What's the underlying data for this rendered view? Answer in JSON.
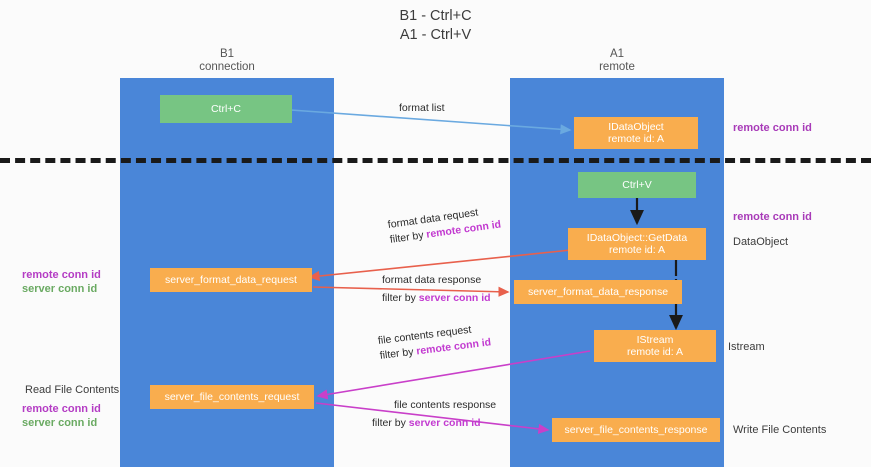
{
  "title": {
    "line1": "B1 - Ctrl+C",
    "line2": "A1 - Ctrl+V"
  },
  "columns": [
    {
      "name": "B1",
      "role": "connection"
    },
    {
      "name": "A1",
      "role": "remote"
    }
  ],
  "nodes": {
    "ctrl_c": {
      "label": "Ctrl+C"
    },
    "ctrl_v": {
      "label": "Ctrl+V"
    },
    "idataobject": {
      "label": "IDataObject",
      "sub": "remote id: A"
    },
    "getdata": {
      "label": "IDataObject::GetData",
      "sub": "remote id: A"
    },
    "istream": {
      "label": "IStream",
      "sub": "remote id: A"
    },
    "server_format_data_request": {
      "label": "server_format_data_request"
    },
    "server_format_data_response": {
      "label": "server_format_data_response"
    },
    "server_file_contents_request": {
      "label": "server_file_contents_request"
    },
    "server_file_contents_response": {
      "label": "server_file_contents_response"
    }
  },
  "edges": {
    "format_list": {
      "line1": "format list"
    },
    "format_data_request": {
      "line1": "format data request",
      "line2_pre": "filter by ",
      "line2_hl": "remote conn id"
    },
    "format_data_response": {
      "line1": "format data response",
      "line2_pre": "filter by ",
      "line2_hl": "server conn id"
    },
    "file_contents_request": {
      "line1": "file contents request",
      "line2_pre": "filter by ",
      "line2_hl": "remote conn id"
    },
    "file_contents_response": {
      "line1": "file contents response",
      "line2_pre": "filter by ",
      "line2_hl": "server conn id"
    }
  },
  "annotations": {
    "remote_conn_id_top": "remote conn id",
    "remote_conn_id_mid": "remote conn id",
    "dataobject": "DataObject",
    "istream_right": "Istream",
    "write_file_contents": "Write File Contents",
    "read_file_contents": "Read File Contents",
    "left_pair_mid": {
      "purple": "remote conn id",
      "green": "server conn id"
    },
    "left_pair_bottom": {
      "purple": "remote conn id",
      "green": "server conn id"
    }
  },
  "colors": {
    "lane": "#4a86d8",
    "green_node": "#77c583",
    "orange_node": "#f9ad4e",
    "purple": "#b43cc4",
    "green_text": "#6aaa62",
    "red_arrow": "#e8604c",
    "magenta_arrow": "#c93fc9",
    "blue_arrow": "#6aa9e0",
    "black_arrow": "#1a1a1a"
  }
}
